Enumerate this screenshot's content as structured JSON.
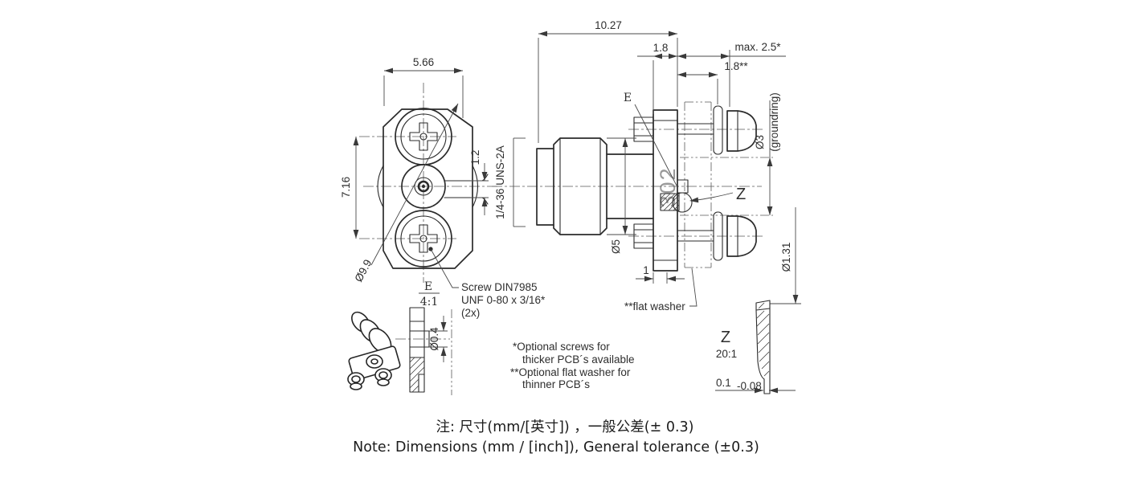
{
  "front_view": {
    "dim_width": "5.66",
    "dim_hole_spacing": "7.16",
    "dim_tab_height": "1.2",
    "dim_flange_dia": "Ø9.9",
    "screw_note_1": "Screw DIN7985",
    "screw_note_2": "UNF 0-80 x 3/16*",
    "screw_note_3": "(2x)"
  },
  "side_view": {
    "dim_length": "10.27",
    "dim_flange": "1.8",
    "dim_pcb_max": "max. 2.5*",
    "dim_washer": "1.8**",
    "thread_label": "1/4-36 UNS-2A",
    "dim_body_dia": "Ø5",
    "dim_groundring_dia": "Ø3",
    "groundring_label": "(groundring)",
    "dim_flange_thickness": "1",
    "dim_post_dia": "Ø1.31",
    "marking": "302",
    "ref_e": "E",
    "ref_z": "Z",
    "flat_washer_label": "**flat washer"
  },
  "detail_e": {
    "ref": "E",
    "scale": "4:1",
    "dim_hole_dia": "Ø0.4"
  },
  "detail_z": {
    "ref": "Z",
    "scale": "20:1",
    "dim_thickness": "0.1",
    "dim_tolerance": "-0.08"
  },
  "notes": {
    "lines": [
      "*Optional screws for",
      "thicker PCB´s available",
      "**Optional flat washer for",
      "thinner PCB´s"
    ]
  },
  "footer": {
    "note_zh": "注: 尺寸(mm/[英寸]) ，一般公差(± 0.3)",
    "note_en": "Note: Dimensions (mm / [inch]), General tolerance (±0.3)"
  }
}
